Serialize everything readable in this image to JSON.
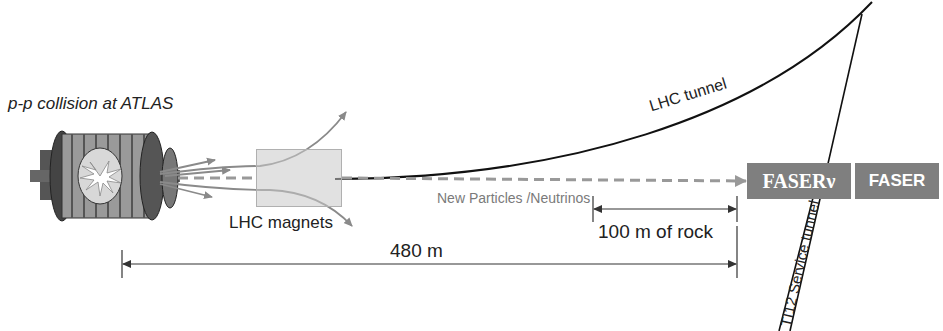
{
  "diagram": {
    "nodes": [
      {
        "text": [
          "LHC magnets"
        ]
      },
      {
        "text": [
          "FASERν"
        ]
      },
      {
        "text": [
          "FASER"
        ]
      }
    ],
    "edges": [
      {
        "from": 0,
        "to": 1,
        "arrow": "to",
        "label": "New Particles /Neutrinos"
      }
    ],
    "labels": [
      "p-p collision at ATLAS",
      "LHC tunnel",
      "100 m of rock",
      "480 m",
      "TI12 Service tunnel"
    ]
  }
}
